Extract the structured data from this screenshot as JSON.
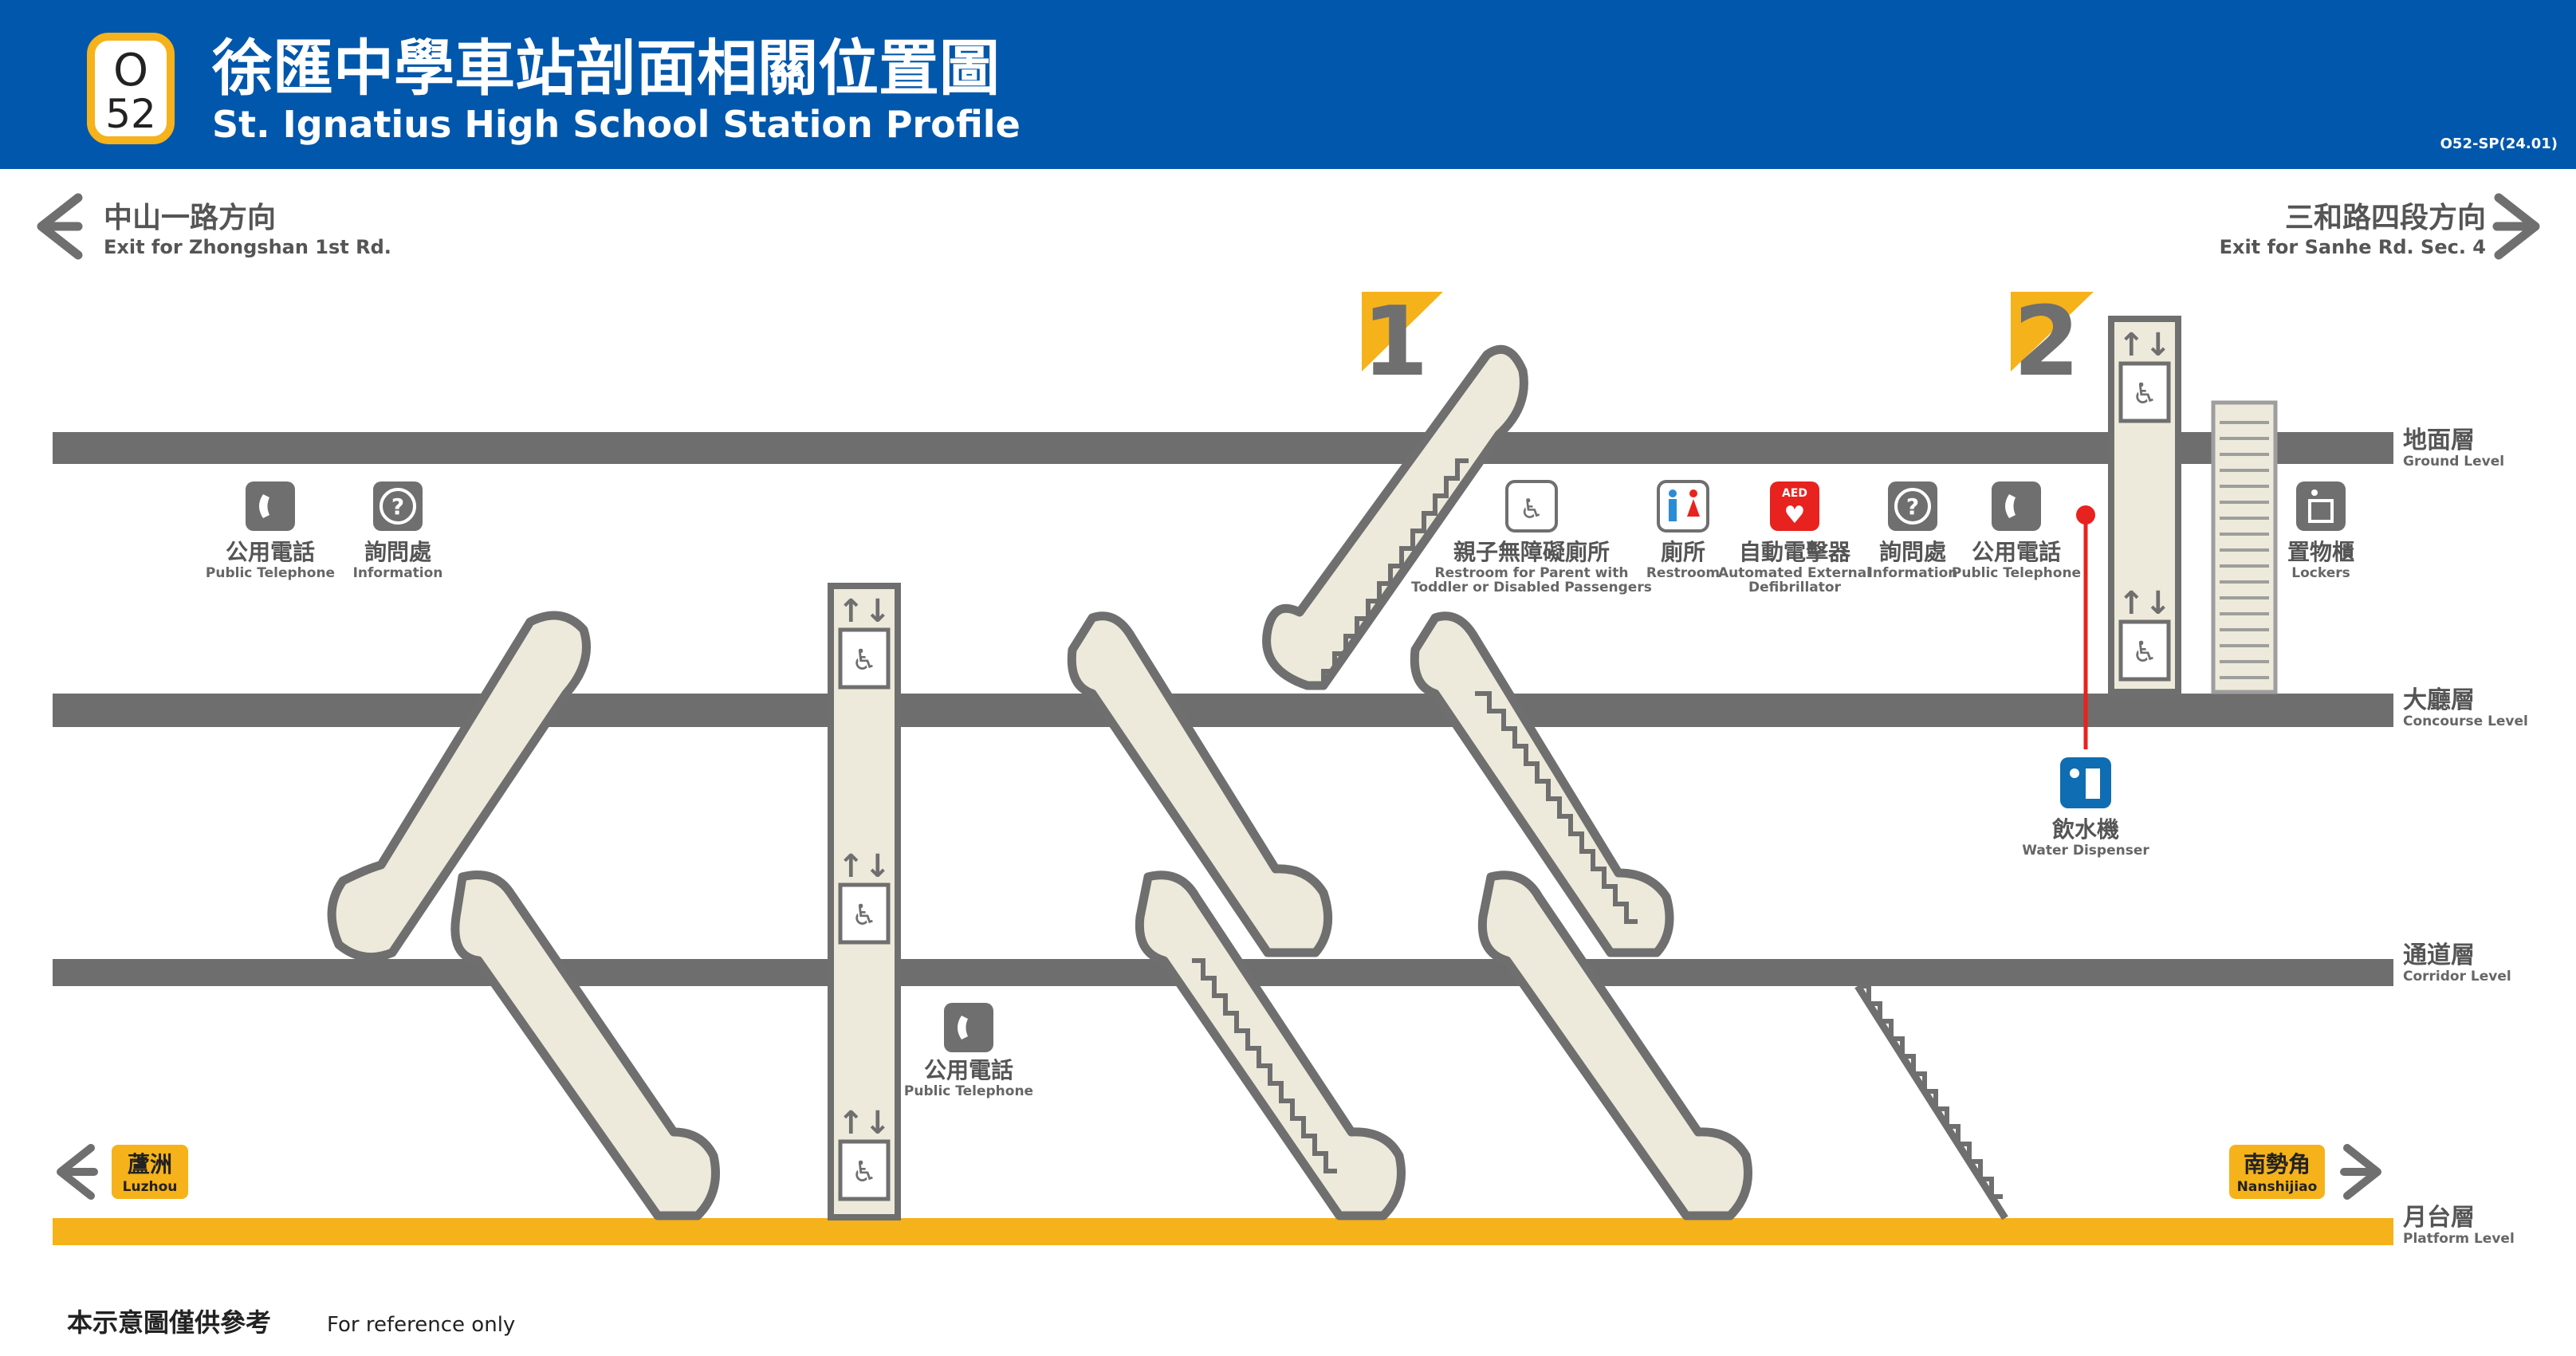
{
  "header": {
    "station_code_line": "O",
    "station_code_number": "52",
    "title_zh": "徐匯中學車站剖面相關位置圖",
    "title_en": "St. Ignatius High School Station Profile",
    "doc_code": "O52-SP(24.01)"
  },
  "exits": {
    "left": {
      "zh": "中山一路方向",
      "en": "Exit for Zhongshan 1st Rd."
    },
    "right": {
      "zh": "三和路四段方向",
      "en": "Exit for Sanhe Rd. Sec. 4"
    },
    "exit1": "1",
    "exit2": "2"
  },
  "levels": {
    "ground": {
      "zh": "地面層",
      "en": "Ground Level"
    },
    "concourse": {
      "zh": "大廳層",
      "en": "Concourse Level"
    },
    "corridor": {
      "zh": "通道層",
      "en": "Corridor Level"
    },
    "platform": {
      "zh": "月台層",
      "en": "Platform Level"
    }
  },
  "facilities": {
    "phone_left": {
      "zh": "公用電話",
      "en": "Public Telephone"
    },
    "info_left": {
      "zh": "詢問處",
      "en": "Information"
    },
    "restroom_accessible": {
      "zh": "親子無障礙廁所",
      "en1": "Restroom for Parent with",
      "en2": "Toddler or Disabled Passengers"
    },
    "restroom": {
      "zh": "廁所",
      "en": "Restroom"
    },
    "aed": {
      "zh": "自動電擊器",
      "en1": "Automated External",
      "en2": "Defibrillator",
      "badge": "AED"
    },
    "info_right": {
      "zh": "詢問處",
      "en": "Information"
    },
    "phone_right": {
      "zh": "公用電話",
      "en": "Public Telephone"
    },
    "lockers": {
      "zh": "置物櫃",
      "en": "Lockers"
    },
    "water": {
      "zh": "飲水機",
      "en": "Water Dispenser"
    },
    "phone_corridor": {
      "zh": "公用電話",
      "en": "Public Telephone"
    }
  },
  "directions": {
    "luzhou": {
      "zh": "蘆洲",
      "en": "Luzhou"
    },
    "nanshijiao": {
      "zh": "南勢角",
      "en": "Nanshijiao"
    }
  },
  "footer": {
    "zh": "本示意圖僅供參考",
    "en": "For reference only"
  },
  "colors": {
    "header_blue": "#0057AC",
    "line_orange": "#F5B21B",
    "slab_gray": "#6E6E6E",
    "structure_fill": "#EDEADB",
    "icon_gray": "#6F6F6F",
    "aed_red": "#E8221E",
    "water_blue": "#0F6DB3",
    "dot_red": "#E8221E"
  }
}
